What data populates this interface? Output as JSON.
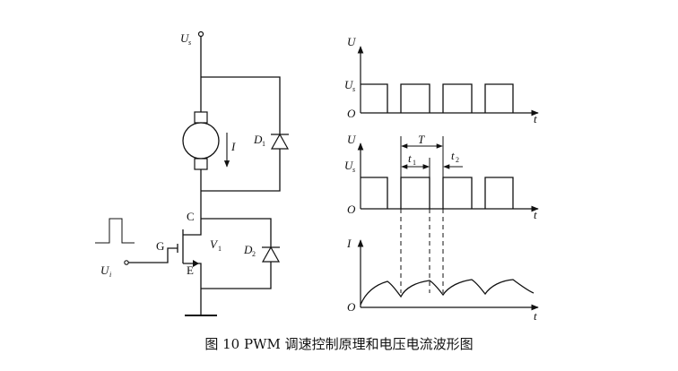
{
  "caption": "图 10 PWM 调速控制原理和电压电流波形图",
  "circuit": {
    "supply_label": "U",
    "supply_sub": "s",
    "current_label": "I",
    "diode1_label": "D",
    "diode1_sub": "1",
    "diode2_label": "D",
    "diode2_sub": "2",
    "transistor_label": "V",
    "transistor_sub": "1",
    "collector_label": "C",
    "gate_label": "G",
    "emitter_label": "E",
    "input_label": "U",
    "input_sub": "i"
  },
  "plots": {
    "plot1": {
      "y_axis": "U",
      "level_label": "U",
      "level_sub": "s",
      "origin": "O",
      "t_axis": "t"
    },
    "plot2": {
      "y_axis": "U",
      "level_label": "U",
      "level_sub": "s",
      "origin": "O",
      "t_axis": "t",
      "period_label": "T",
      "t1_label": "t",
      "t1_sub": "1",
      "t2_label": "t",
      "t2_sub": "2"
    },
    "plot3": {
      "y_axis": "I",
      "origin": "O",
      "t_axis": "t"
    }
  }
}
